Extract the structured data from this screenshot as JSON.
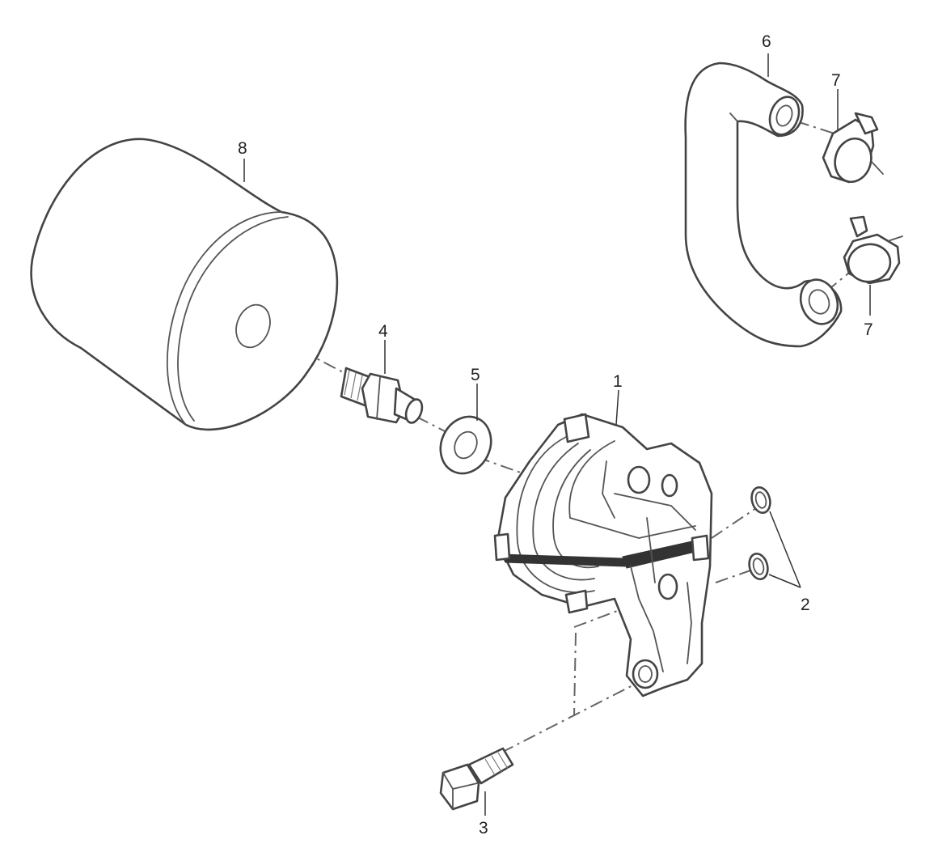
{
  "callouts": [
    {
      "id": "c1",
      "label": "1"
    },
    {
      "id": "c2",
      "label": "2"
    },
    {
      "id": "c3",
      "label": "3"
    },
    {
      "id": "c4",
      "label": "4"
    },
    {
      "id": "c5",
      "label": "5"
    },
    {
      "id": "c6",
      "label": "6"
    },
    {
      "id": "c7a",
      "label": "7"
    },
    {
      "id": "c7b",
      "label": "7"
    },
    {
      "id": "c8",
      "label": "8"
    }
  ]
}
